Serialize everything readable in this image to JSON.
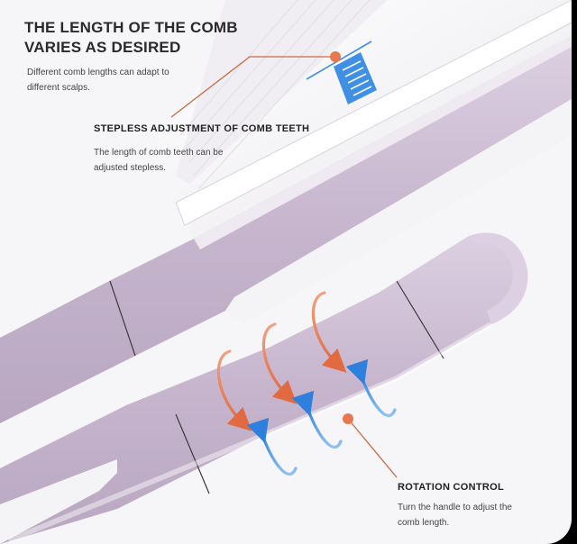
{
  "heading": {
    "line1": "THE LENGTH OF THE COMB",
    "line2": "VARIES AS DESIRED"
  },
  "intro": {
    "line1": "Different comb lengths can adapt to",
    "line2": "different scalps."
  },
  "feature_stepless": {
    "title": "STEPLESS ADJUSTMENT OF COMB TEETH",
    "line1": "The length of comb teeth can be",
    "line2": "adjusted stepless."
  },
  "feature_rotation": {
    "title": "ROTATION CONTROL",
    "line1": "Turn the handle to adjust the",
    "line2": "comb length."
  },
  "colors": {
    "body_lilac": "#c9b9cf",
    "comb_white": "#fbfbfb",
    "accent_orange": "#e8784f",
    "accent_blue": "#3f8fe4"
  }
}
